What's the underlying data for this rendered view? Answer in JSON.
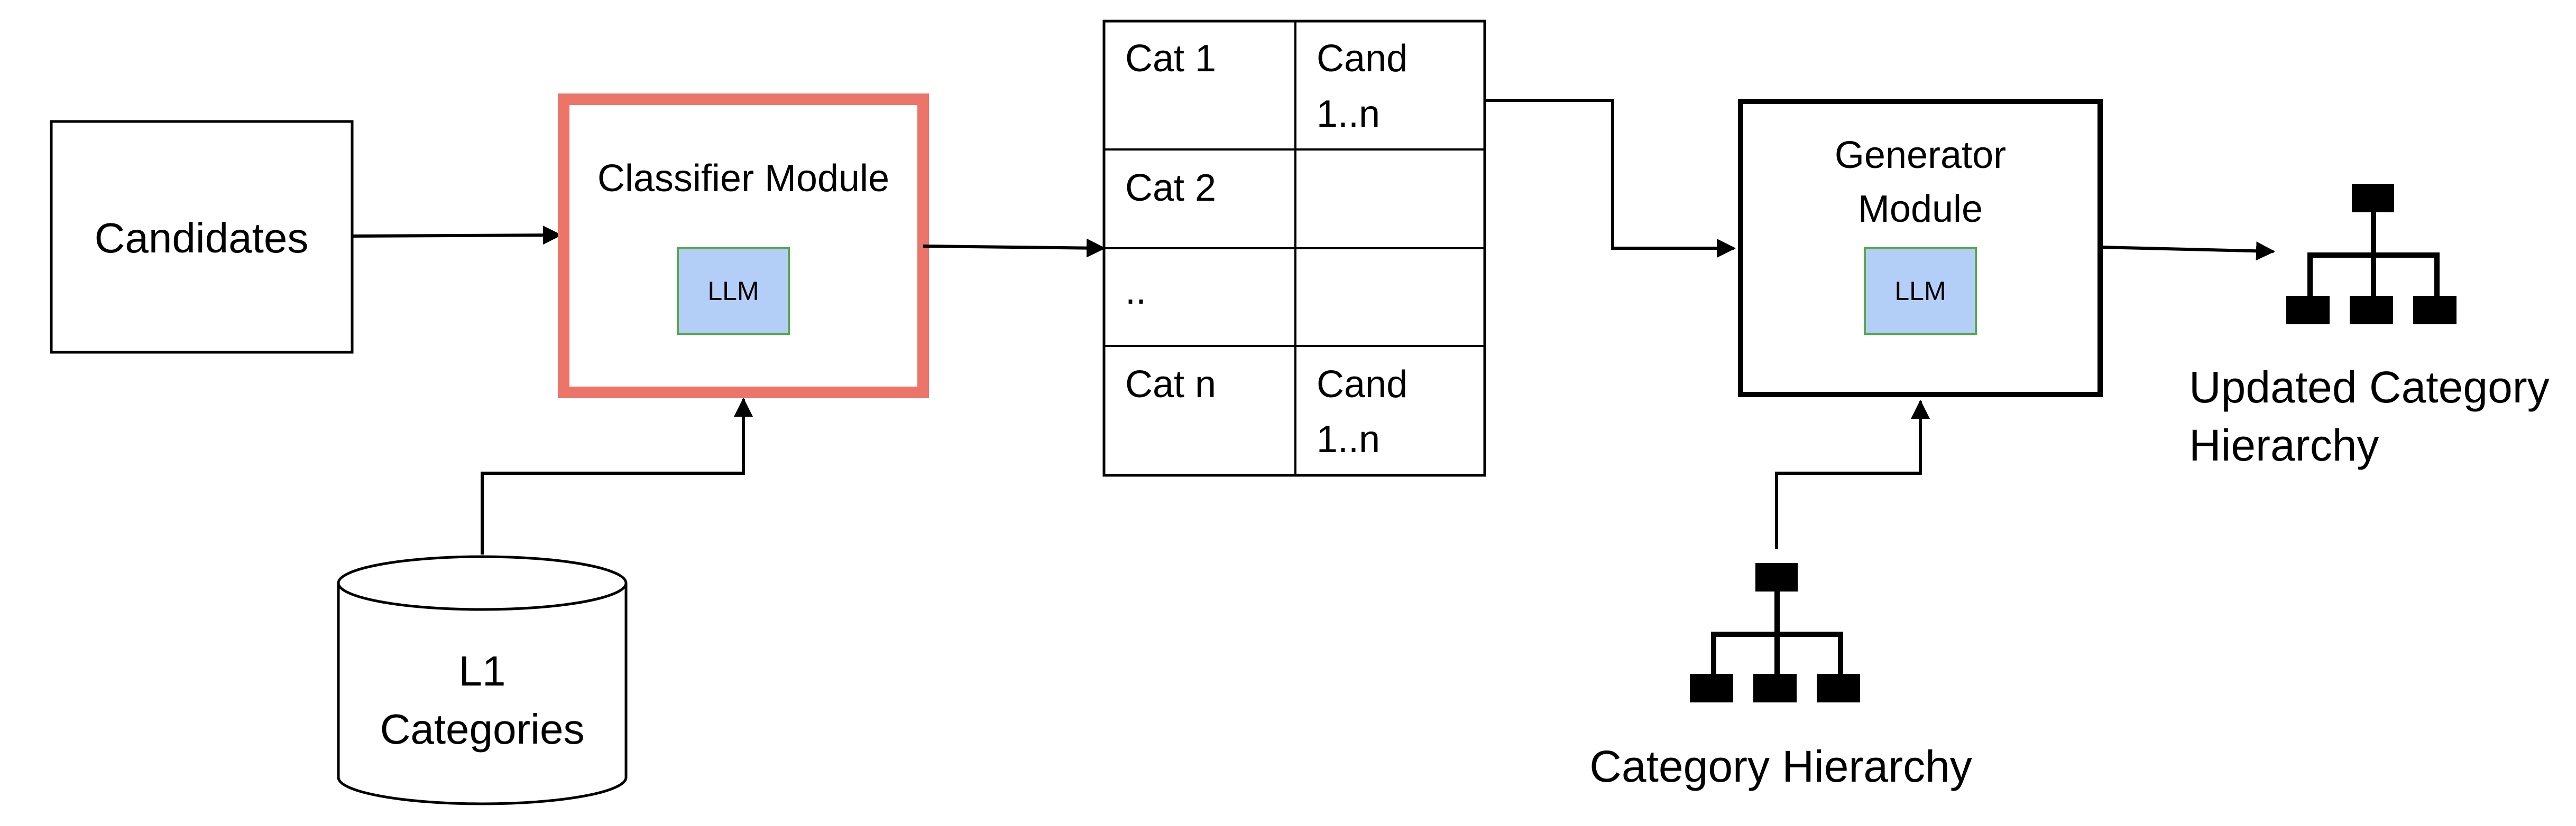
{
  "candidates_box": {
    "label": "Candidates"
  },
  "classifier_module": {
    "title": "Classifier Module",
    "llm_label": "LLM",
    "border_color": "#ED7468"
  },
  "l1_categories": {
    "line1": "L1",
    "line2": "Categories"
  },
  "category_table": {
    "rows": [
      {
        "cat": "Cat 1",
        "cand_line1": "Cand",
        "cand_line2": "1..n"
      },
      {
        "cat": "Cat 2",
        "cand_line1": "",
        "cand_line2": ""
      },
      {
        "cat": "..",
        "cand_line1": "",
        "cand_line2": ""
      },
      {
        "cat": "Cat n",
        "cand_line1": "Cand",
        "cand_line2": "1..n"
      }
    ]
  },
  "generator_module": {
    "title_line1": "Generator",
    "title_line2": "Module",
    "llm_label": "LLM"
  },
  "llm_box_fill": "#B4CFF7",
  "llm_box_stroke": "#57A84B",
  "category_hierarchy": {
    "label": "Category Hierarchy",
    "icon": "hierarchy-icon"
  },
  "updated_hierarchy": {
    "label_line1": "Updated Category",
    "label_line2": "Hierarchy",
    "icon": "hierarchy-icon"
  }
}
